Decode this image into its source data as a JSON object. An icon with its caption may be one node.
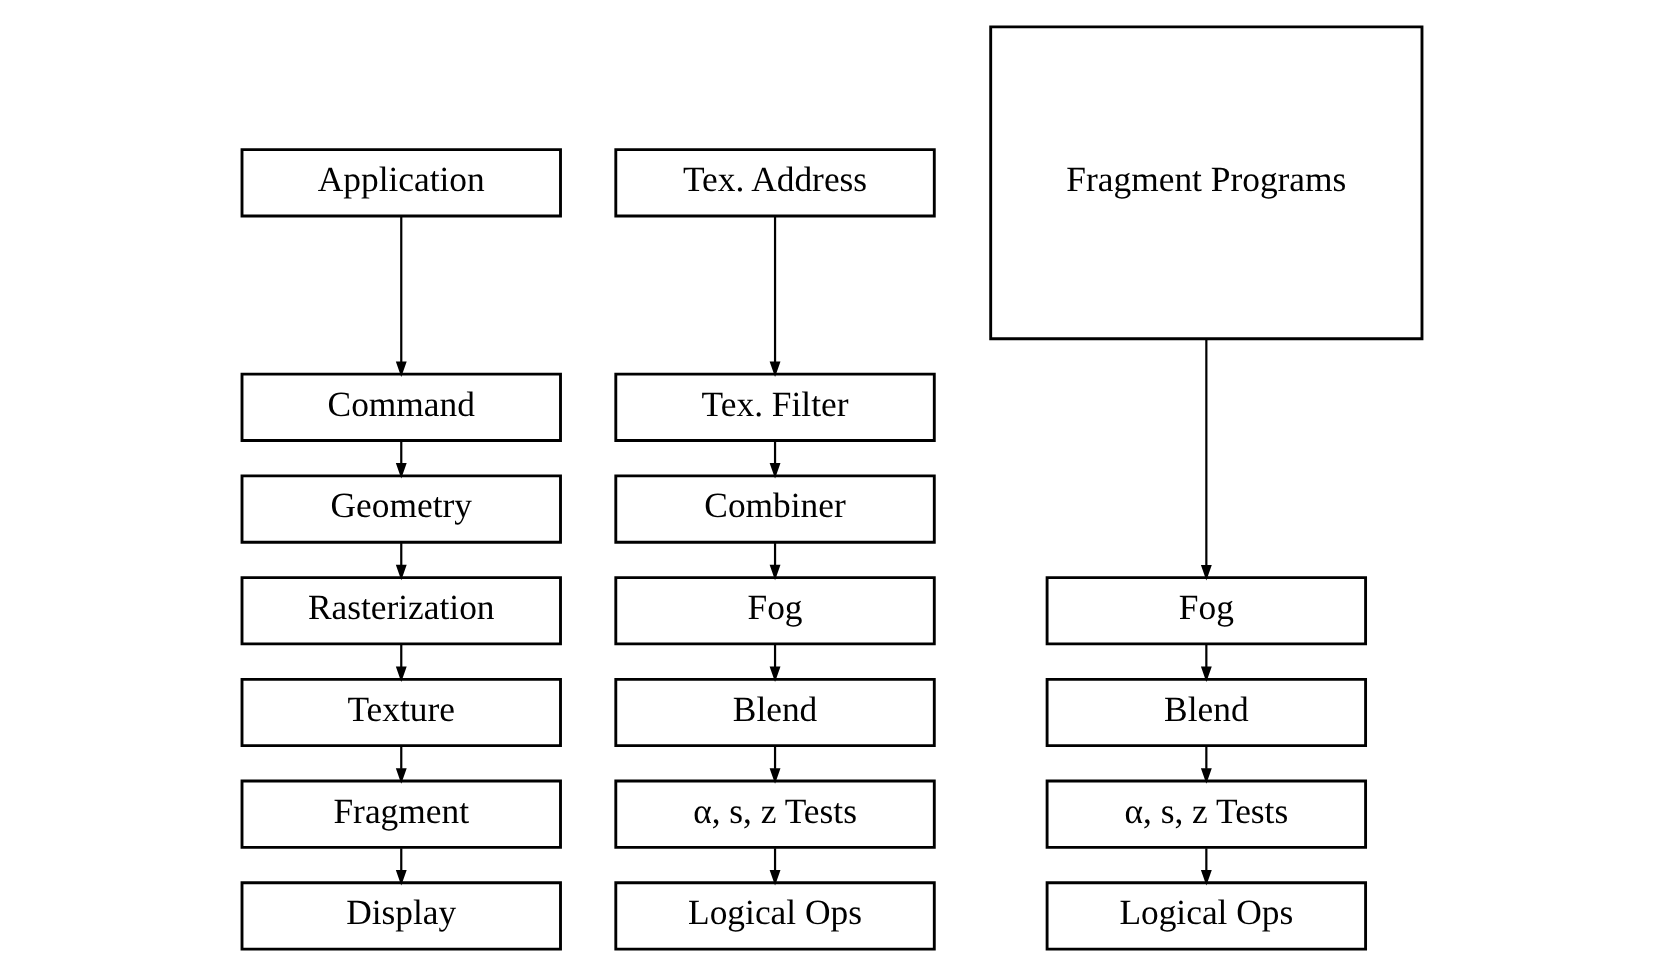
{
  "diagram": {
    "nodes": [
      {
        "text": [
          "Application"
        ]
      },
      {
        "text": [
          "Command"
        ]
      },
      {
        "text": [
          "Geometry"
        ]
      },
      {
        "text": [
          "Rasterization"
        ]
      },
      {
        "text": [
          "Texture"
        ]
      },
      {
        "text": [
          "Fragment"
        ]
      },
      {
        "text": [
          "Display"
        ]
      },
      {
        "text": [
          "Tex. Address"
        ]
      },
      {
        "text": [
          "Tex. Filter"
        ]
      },
      {
        "text": [
          "Combiner"
        ]
      },
      {
        "text": [
          "Fog"
        ]
      },
      {
        "text": [
          "Blend"
        ]
      },
      {
        "text": [
          "α, s, z Tests"
        ]
      },
      {
        "text": [
          "Logical Ops"
        ]
      },
      {
        "text": [
          "Fragment Programs"
        ]
      },
      {
        "text": [
          "Fog"
        ]
      },
      {
        "text": [
          "Blend"
        ]
      },
      {
        "text": [
          "α, s, z Tests"
        ]
      },
      {
        "text": [
          "Logical Ops"
        ]
      }
    ],
    "edges": [
      {
        "from": 0,
        "to": 1,
        "arrow": "to"
      },
      {
        "from": 1,
        "to": 2,
        "arrow": "to"
      },
      {
        "from": 2,
        "to": 3,
        "arrow": "to"
      },
      {
        "from": 3,
        "to": 4,
        "arrow": "to"
      },
      {
        "from": 4,
        "to": 5,
        "arrow": "to"
      },
      {
        "from": 5,
        "to": 6,
        "arrow": "to"
      },
      {
        "from": 7,
        "to": 8,
        "arrow": "to"
      },
      {
        "from": 8,
        "to": 9,
        "arrow": "to"
      },
      {
        "from": 9,
        "to": 10,
        "arrow": "to"
      },
      {
        "from": 10,
        "to": 11,
        "arrow": "to"
      },
      {
        "from": 11,
        "to": 12,
        "arrow": "to"
      },
      {
        "from": 12,
        "to": 13,
        "arrow": "to"
      },
      {
        "from": 14,
        "to": 15,
        "arrow": "to"
      },
      {
        "from": 15,
        "to": 16,
        "arrow": "to"
      },
      {
        "from": 16,
        "to": 17,
        "arrow": "to"
      },
      {
        "from": 17,
        "to": 18,
        "arrow": "to"
      }
    ]
  }
}
